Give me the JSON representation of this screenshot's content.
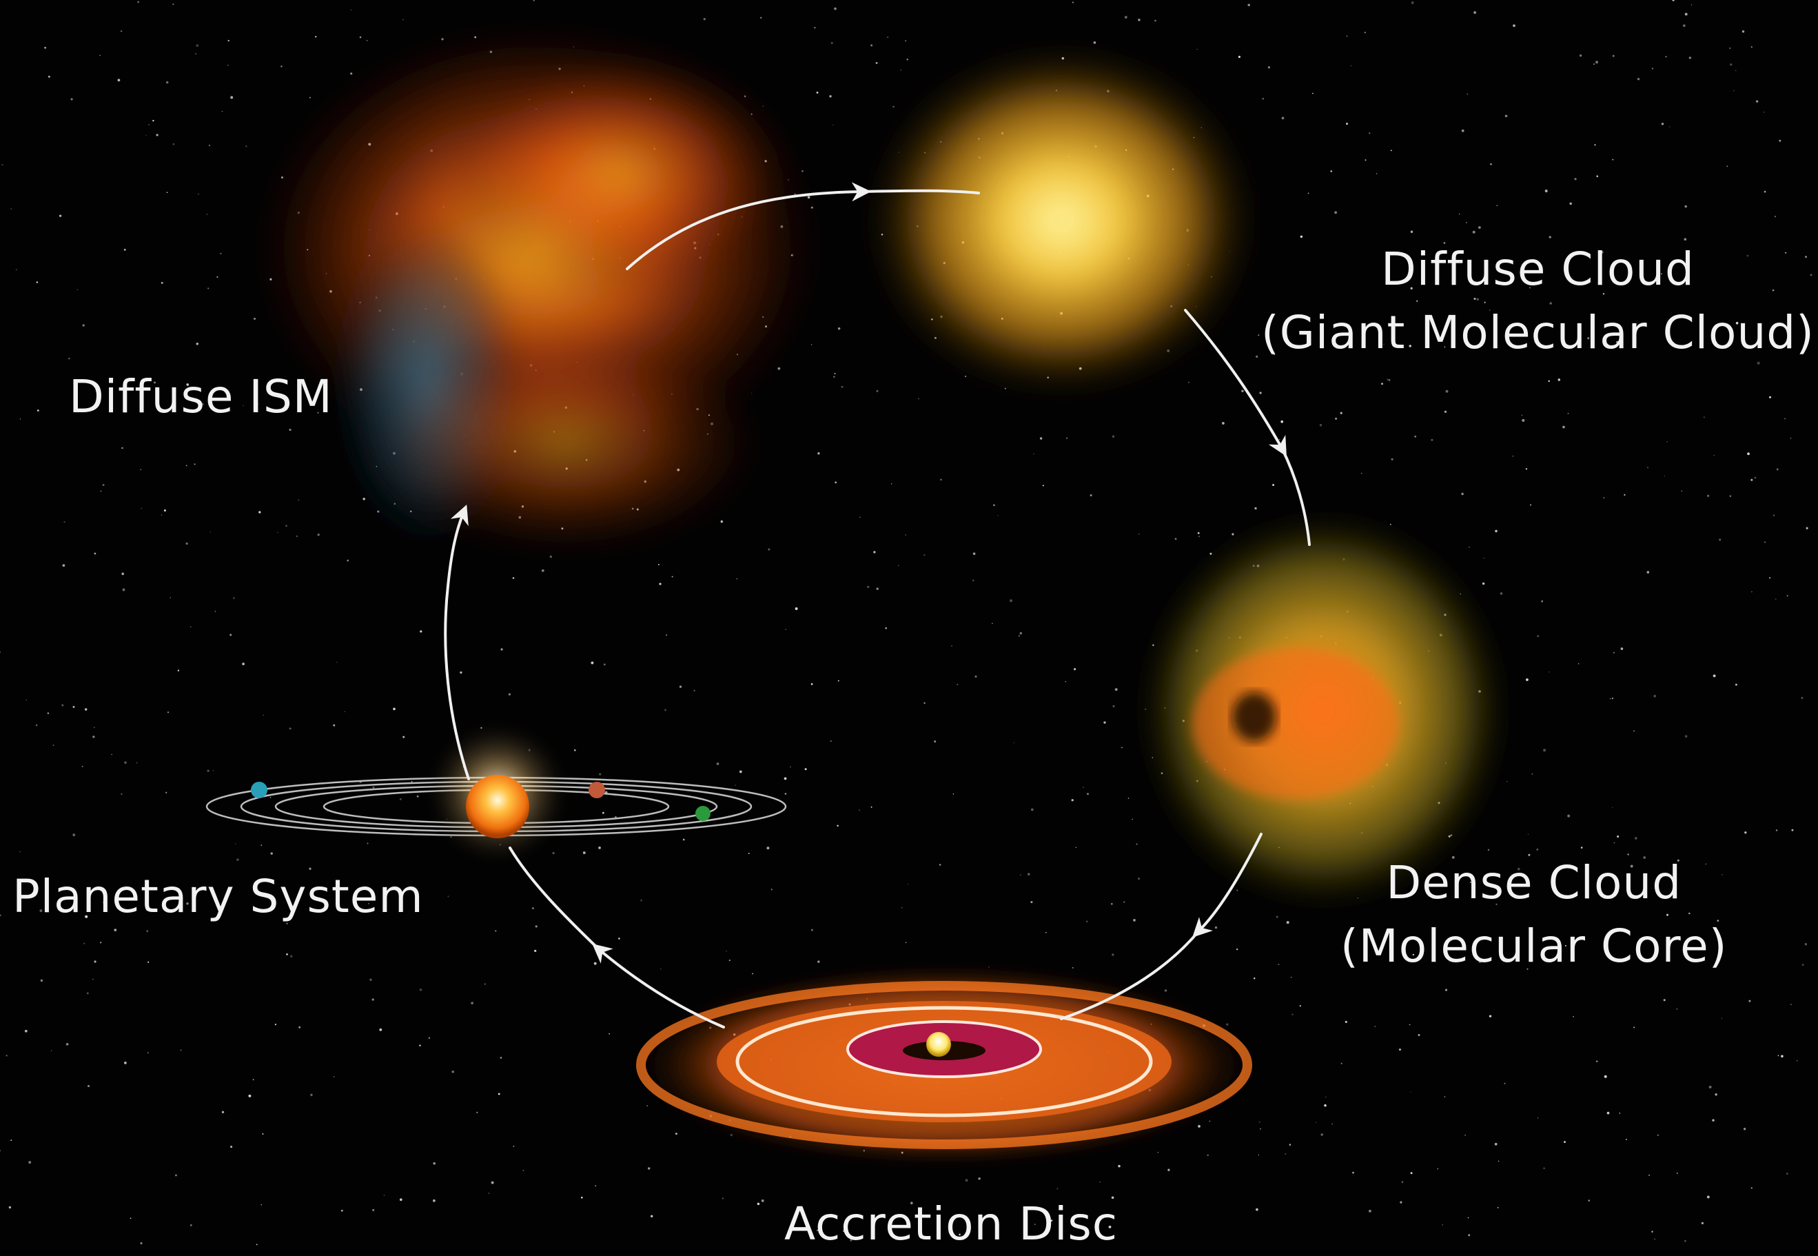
{
  "stages": {
    "diffuse_ism": {
      "label": "Diffuse ISM"
    },
    "diffuse_cloud": {
      "label": "Diffuse Cloud",
      "sublabel": "(Giant Molecular Cloud)"
    },
    "dense_cloud": {
      "label": "Dense Cloud",
      "sublabel": "(Molecular Core)"
    },
    "accretion_disc": {
      "label": "Accretion Disc"
    },
    "planetary_system": {
      "label": "Planetary System"
    }
  },
  "colors": {
    "background": "#000000",
    "arrow": "#f0f0f0",
    "text": "#f2f2f2"
  }
}
